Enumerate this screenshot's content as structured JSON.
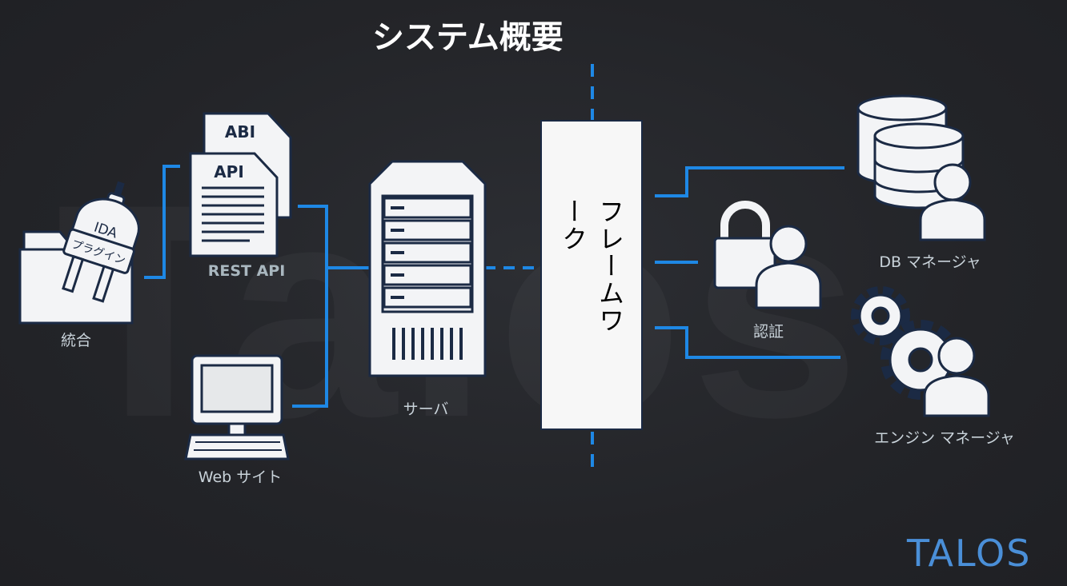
{
  "title": "システム概要",
  "watermark": "Talos",
  "logo": "TALOS",
  "nodes": {
    "integration": {
      "label": "統合",
      "plug_top": "IDA",
      "plug_band": "プラグイン"
    },
    "rest_api": {
      "label": "REST API",
      "doc_back": "ABI",
      "doc_front": "API"
    },
    "website": {
      "label": "Web サイト"
    },
    "server": {
      "label": "サーバ"
    },
    "framework": {
      "label": "フレームワーク"
    },
    "auth": {
      "label": "認証"
    },
    "db_manager": {
      "label": "DB マネージャ"
    },
    "engine_manager": {
      "label": "エンジン マネージャ"
    }
  },
  "colors": {
    "connector": "#1e88e5",
    "icon_fill": "#f3f4f6",
    "icon_stroke": "#1b2a44",
    "logo": "#4a8fd8"
  }
}
